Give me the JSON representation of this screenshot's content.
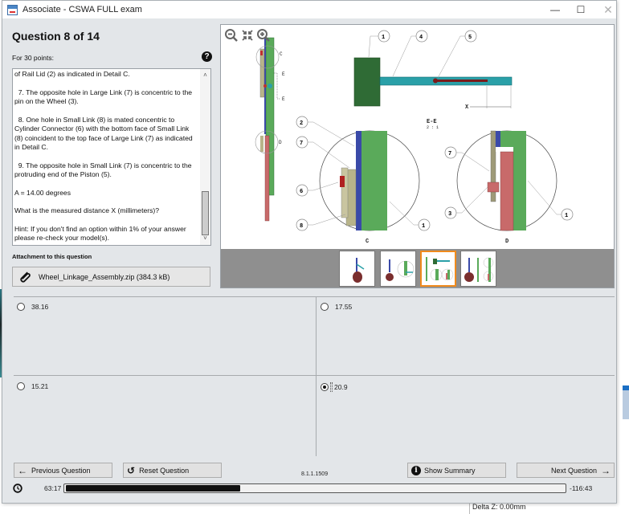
{
  "window": {
    "title": "Associate - CSWA FULL exam",
    "controls": {
      "minimize": "—",
      "maximize": "☐",
      "close": "✕"
    }
  },
  "question": {
    "heading": "Question 8 of 14",
    "points": "For 30 points:",
    "help_icon": "?",
    "paragraphs": [
      "of Rail Lid (2) as indicated in Detail C.",
      "  7. The opposite hole in Large Link (7) is concentric to the pin on the Wheel (3).",
      "  8. One hole in Small Link (8) is mated concentric to Cylinder Connector (6) with the bottom face of Small Link (8) coincident to the top face of Large Link (7) as indicated in Detail C.",
      "  9. The opposite hole in Small Link (7) is concentric to the protruding end of the Piston (5).",
      "A = 14.00 degrees",
      "What is the measured distance X (millimeters)?",
      "Hint: If you don't find an option within 1% of your answer please re-check your model(s)."
    ],
    "scroll_up": "˄",
    "scroll_down": "˅"
  },
  "attachment": {
    "label": "Attachment to this question",
    "file": "Wheel_Linkage_Assembly.zip (384.3 kB)",
    "icon": "paperclip-icon"
  },
  "figure": {
    "zoom_tools": [
      "zoom-out-icon",
      "fit-icon",
      "zoom-in-icon"
    ],
    "balloons": [
      "1",
      "4",
      "5",
      "2",
      "7",
      "6",
      "8",
      "1",
      "7",
      "3",
      "1"
    ],
    "labels": {
      "section": "E-E",
      "scale": "2 : 1",
      "detail_c": "C",
      "detail_d": "D",
      "dim": "X",
      "e": "E",
      "c": "C",
      "d": "D"
    },
    "thumbnails": [
      {
        "id": "view-1",
        "active": false
      },
      {
        "id": "view-2",
        "active": false
      },
      {
        "id": "view-3",
        "active": true
      },
      {
        "id": "view-4",
        "active": false
      }
    ],
    "colors": {
      "green": "#5aaa5a",
      "blue": "#3a4aa8",
      "teal": "#2aa0a8",
      "red": "#c86a6a",
      "tan": "#b8b48a",
      "dark_green": "#2f6b35",
      "active_thumb": "#f08a1c"
    }
  },
  "answers": [
    {
      "value": "38.16",
      "selected": false
    },
    {
      "value": "17.55",
      "selected": false
    },
    {
      "value": "15.21",
      "selected": false
    },
    {
      "value": "20.9",
      "selected": true
    }
  ],
  "footer": {
    "prev": "Previous Question",
    "reset": "Reset Question",
    "version": "8.1.1.1509",
    "summary": "Show Summary",
    "next": "Next Question",
    "elapsed": "63:17",
    "remaining": "-116:43",
    "progress_pct": 35
  },
  "background": {
    "delta_z": "Delta Z: 0.00mm"
  }
}
